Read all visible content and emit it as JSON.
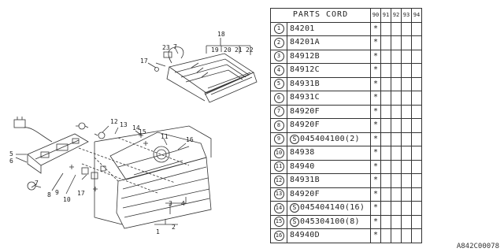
{
  "table": {
    "header": "PARTS CORD",
    "years": [
      "90",
      "91",
      "92",
      "93",
      "94"
    ],
    "rows": [
      {
        "no": "1",
        "prefix": "",
        "code": "84201",
        "marks": [
          "*",
          "",
          "",
          "",
          ""
        ]
      },
      {
        "no": "2",
        "prefix": "",
        "code": "84201A",
        "marks": [
          "*",
          "",
          "",
          "",
          ""
        ]
      },
      {
        "no": "3",
        "prefix": "",
        "code": "84912B",
        "marks": [
          "*",
          "",
          "",
          "",
          ""
        ]
      },
      {
        "no": "4",
        "prefix": "",
        "code": "84912C",
        "marks": [
          "*",
          "",
          "",
          "",
          ""
        ]
      },
      {
        "no": "5",
        "prefix": "",
        "code": "84931B",
        "marks": [
          "*",
          "",
          "",
          "",
          ""
        ]
      },
      {
        "no": "6",
        "prefix": "",
        "code": "84931C",
        "marks": [
          "*",
          "",
          "",
          "",
          ""
        ]
      },
      {
        "no": "7",
        "prefix": "",
        "code": "84920F",
        "marks": [
          "*",
          "",
          "",
          "",
          ""
        ]
      },
      {
        "no": "8",
        "prefix": "",
        "code": "84920F",
        "marks": [
          "*",
          "",
          "",
          "",
          ""
        ]
      },
      {
        "no": "9",
        "prefix": "S",
        "code": "045404100(2)",
        "marks": [
          "*",
          "",
          "",
          "",
          ""
        ]
      },
      {
        "no": "10",
        "prefix": "",
        "code": "84938",
        "marks": [
          "*",
          "",
          "",
          "",
          ""
        ]
      },
      {
        "no": "11",
        "prefix": "",
        "code": "84940",
        "marks": [
          "*",
          "",
          "",
          "",
          ""
        ]
      },
      {
        "no": "12",
        "prefix": "",
        "code": "84931B",
        "marks": [
          "*",
          "",
          "",
          "",
          ""
        ]
      },
      {
        "no": "13",
        "prefix": "",
        "code": "84920F",
        "marks": [
          "*",
          "",
          "",
          "",
          ""
        ]
      },
      {
        "no": "14",
        "prefix": "S",
        "code": "045404140(16)",
        "marks": [
          "*",
          "",
          "",
          "",
          ""
        ]
      },
      {
        "no": "15",
        "prefix": "S",
        "code": "045304100(8)",
        "marks": [
          "*",
          "",
          "",
          "",
          ""
        ]
      },
      {
        "no": "16",
        "prefix": "",
        "code": "84940D",
        "marks": [
          "*",
          "",
          "",
          "",
          ""
        ]
      }
    ]
  },
  "callouts": {
    "c1": "1",
    "c2": "2",
    "c3": "3",
    "c4": "4",
    "c5": "5",
    "c6": "6",
    "c7": "7",
    "c8": "8",
    "c9": "9",
    "c10": "10",
    "c11": "11",
    "c12": "12",
    "c13": "13",
    "c14": "14",
    "c15": "15",
    "c16": "16",
    "c17": "17",
    "c18": "18",
    "c19": "19",
    "c20": "20",
    "c21": "21",
    "c22": "22",
    "c23": "23"
  },
  "catalog_id": "A842C00078"
}
